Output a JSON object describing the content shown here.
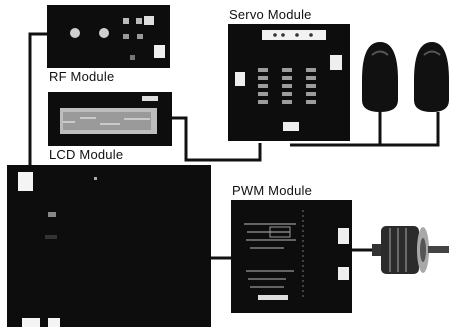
{
  "modules": {
    "rf": {
      "label": "RF Module"
    },
    "lcd": {
      "label": "LCD Module"
    },
    "servo": {
      "label": "Servo Module"
    },
    "pwm": {
      "label": "PWM Module"
    }
  },
  "colors": {
    "board": "#0d0d0d",
    "wire": "#111111",
    "background": "#ffffff"
  },
  "icons": {
    "servo_motor": "servo-motor-icon",
    "dc_motor": "dc-motor-icon"
  }
}
